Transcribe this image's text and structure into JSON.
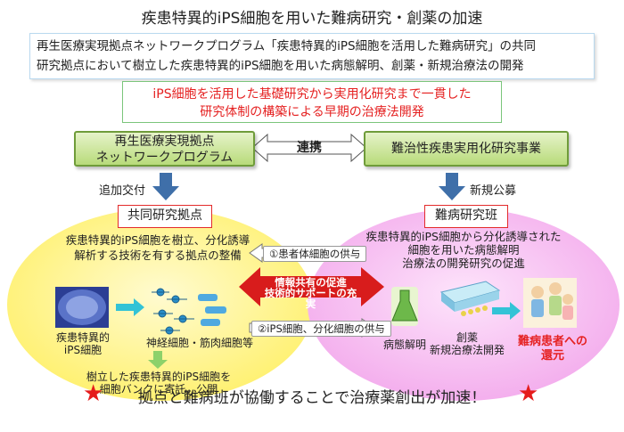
{
  "title": "疾患特異的iPS細胞を用いた難病研究・創薬の加速",
  "intro": {
    "line1": "再生医療実現拠点ネットワークプログラム「疾患特異的iPS細胞を活用した難病研究」の共同",
    "line2": "研究拠点において樹立した疾患特異的iPS細胞を用いた病態解明、創薬・新規治療法の開発"
  },
  "goal": {
    "line1": "iPS細胞を活用した基礎研究から実用化研究まで一貫した",
    "line2": "研究体制の構築による早期の治療法開発"
  },
  "programs": {
    "left_line1": "再生医療実現拠点",
    "left_line2": "ネットワークプログラム",
    "link": "連携",
    "right": "難治性疾患実用化研究事業"
  },
  "arrows": {
    "left_label": "追加交付",
    "right_label": "新規公募"
  },
  "left_group": {
    "tag": "共同研究拠点",
    "desc_line1": "疾患特異的iPS細胞を樹立、分化誘導",
    "desc_line2": "解析する技術を有する拠点の整備",
    "ips_label_line1": "疾患特異的",
    "ips_label_line2": "iPS細胞",
    "diff_label": "神経細胞・筋肉細胞等",
    "bank_line1": "樹立した疾患特異的iPS細胞を",
    "bank_line2": "細胞バンクに寄託、公開"
  },
  "right_group": {
    "tag": "難病研究班",
    "desc_line1": "疾患特異的iPS細胞から分化誘導された",
    "desc_line2": "細胞を用いた病態解明",
    "desc_line3": "治療法の開発研究の促進",
    "pathology": "病態解明",
    "drug_line1": "創薬",
    "drug_line2": "新規治療法開発",
    "patient_line1": "難病患者への",
    "patient_line2": "還元"
  },
  "exchange": {
    "supply1": "①患者体細胞の供与",
    "center_line1": "情報共有の促進",
    "center_line2": "技術的サポートの充実",
    "supply2": "②iPS細胞、分化細胞の供与"
  },
  "footer": "拠点と難病班が協働することで治療薬創出が加速！",
  "colors": {
    "accent_red": "#e52121",
    "green_box": "#b8db7a",
    "left_circle": "#fff387",
    "right_circle": "#f6bdf0",
    "arrow_blue": "#3f6fa9"
  }
}
